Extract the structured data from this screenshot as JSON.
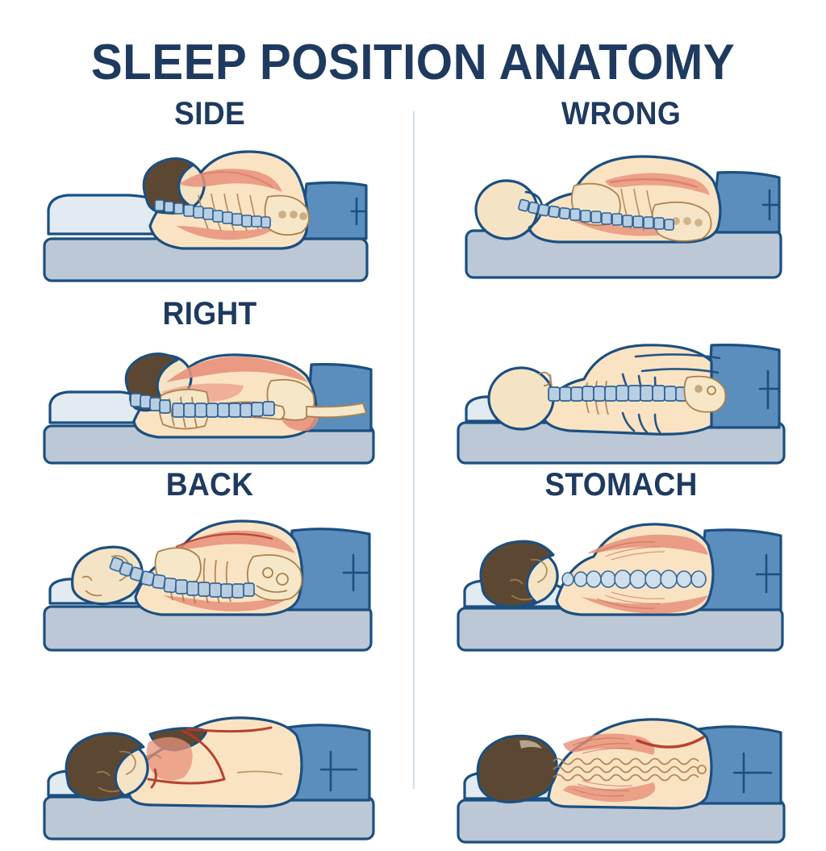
{
  "header": {
    "title": "SLEEP POSITION ANATOMY"
  },
  "colors": {
    "ink": "#1e3a5f",
    "outline": "#1b4f80",
    "background": "#ffffff",
    "divider": "#d3dde9",
    "skin": "#fae3c3",
    "skin_light": "#fdf0da",
    "hair_brown": "#5c4832",
    "muscle": "#e8907a",
    "muscle_dark": "#b33a28",
    "bone": "#f6e7c8",
    "bone_line": "#a8814e",
    "spine": "#b8cee3",
    "spine_line": "#2f6193",
    "blanket": "#5b8ebd",
    "pillow_light": "#e2eaf2",
    "pillow_dark": "#b6c4d4",
    "mattress": "#bcc8d6"
  },
  "panels": [
    {
      "id": "side",
      "column": "left",
      "row": 1,
      "caption": "SIDE",
      "caption_visible": true,
      "description": "Side sleeper with pillow, aligned spine, brown hair, ribs and pelvis visible",
      "has_pillow": true,
      "hair": "brown",
      "view": "side-lying"
    },
    {
      "id": "wrong",
      "column": "right",
      "row": 1,
      "caption": "WRONG",
      "caption_visible": true,
      "description": "Side sleeper without pillow, head dropped, kinked misaligned spine",
      "has_pillow": false,
      "hair": "none",
      "view": "side-lying"
    },
    {
      "id": "right",
      "column": "left",
      "row": 2,
      "caption": "RIGHT",
      "caption_visible": true,
      "description": "Supine sleeper on pillow, skeleton with ribcage, pelvis and femur",
      "has_pillow": true,
      "hair": "brown",
      "view": "supine-skeleton"
    },
    {
      "id": "wrong-flat",
      "column": "right",
      "row": 2,
      "caption": "",
      "caption_visible": false,
      "description": "Sleeper lying flat, straight horizontal spine seen from above, skull at hip end",
      "has_pillow": true,
      "hair": "none",
      "view": "flat-spine"
    },
    {
      "id": "back",
      "column": "left",
      "row": 3,
      "caption": "BACK",
      "caption_visible": true,
      "description": "Prone sleeper with skull, curved spine, ribs and pelvis, muscles highlighted",
      "has_pillow": true,
      "hair": "none",
      "view": "prone-skeleton"
    },
    {
      "id": "stomach",
      "column": "right",
      "row": 3,
      "caption": "STOMACH",
      "caption_visible": true,
      "description": "Stomach sleeper with brown hair, back muscles and beaded spine along the back",
      "has_pillow": true,
      "hair": "brown",
      "view": "prone-back-muscles"
    },
    {
      "id": "back-surface",
      "column": "left",
      "row": 4,
      "caption": "",
      "caption_visible": false,
      "description": "Prone sleeper surface view, shoulder blade muscles and red strain lines",
      "has_pillow": true,
      "hair": "brown",
      "view": "prone-surface"
    },
    {
      "id": "stomach-surface",
      "column": "right",
      "row": 4,
      "caption": "",
      "caption_visible": false,
      "description": "Stomach sleeper surface view with wavy tension lines along the lower back",
      "has_pillow": true,
      "hair": "brown",
      "view": "prone-wavy"
    }
  ]
}
